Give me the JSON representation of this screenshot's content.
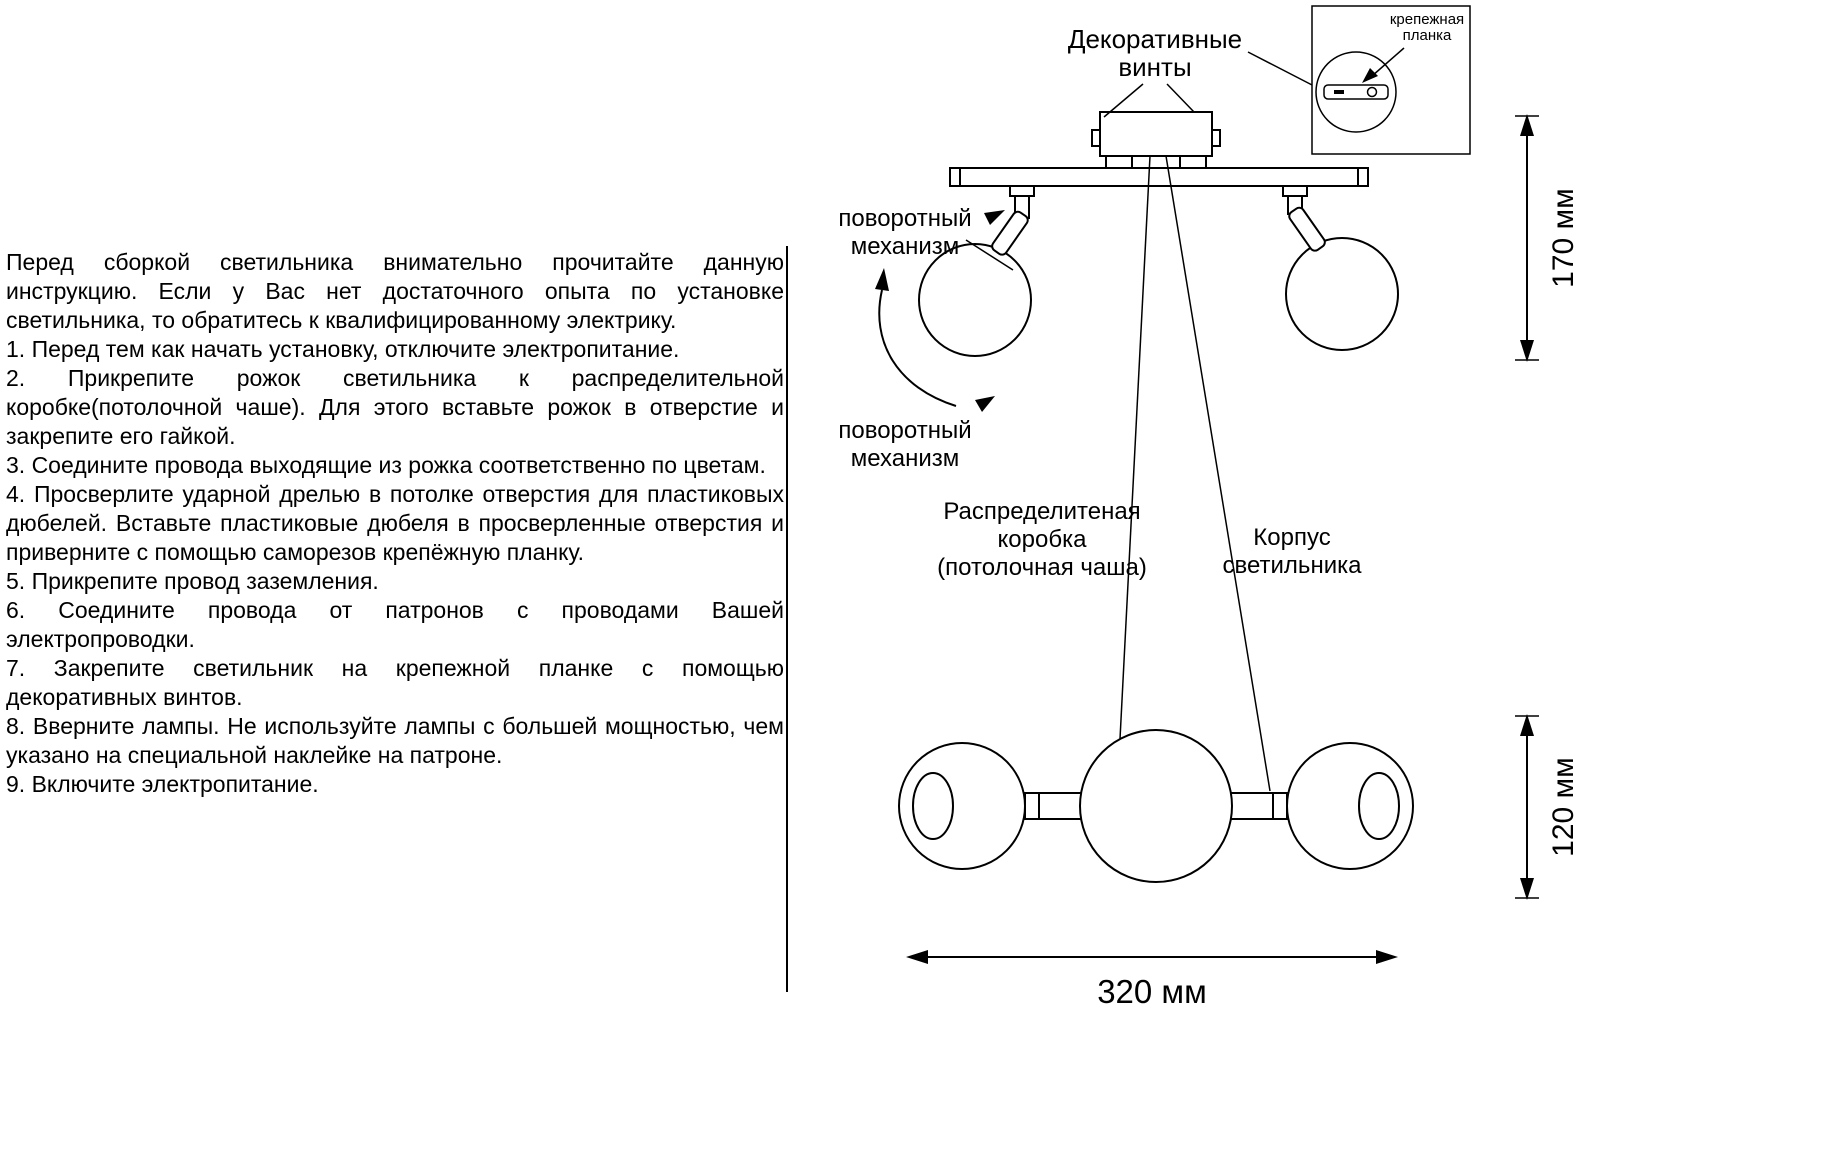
{
  "instructions": {
    "paragraphs": [
      "Перед сборкой светильника внимательно прочитайте данную инструкцию. Если у Вас нет достаточного опыта по установке светильника, то обратитесь к квалифицированному электрику.",
      "1. Перед тем как начать установку, отключите электропитание.",
      "2. Прикрепите рожок светильника к распределительной коробке(потолочной чаше). Для этого вставьте рожок в отверстие и закрепите его гайкой.",
      "3. Соедините провода выходящие из рожка соответственно по цветам.",
      "4. Просверлите ударной дрелью в потолке отверстия для пластиковых дюбелей. Вставьте пластиковые дюбеля в просверленные отверстия и приверните с помощью саморезов крепёжную планку.",
      "5. Прикрепите провод заземления.",
      "6. Соедините провода от патронов с проводами Вашей электропроводки.",
      "7. Закрепите светильник на крепежной планке с помощью декоративных винтов.",
      "8. Вверните лампы. Не используйте лампы с большей мощностью, чем указано на специальной наклейке на патроне.",
      "9. Включите электропитание."
    ]
  },
  "diagram": {
    "labels": {
      "decorative_screws": [
        "Декоративные",
        "винты"
      ],
      "mounting_plate": [
        "крепежная",
        "планка"
      ],
      "rotary_mechanism_top": [
        "поворотный",
        "механизм"
      ],
      "rotary_mechanism_bottom": [
        "поворотный",
        "механизм"
      ],
      "distribution_box": [
        "Распределитеная",
        "коробка",
        "(потолочная чаша)"
      ],
      "fixture_body": [
        "Корпус",
        "светильника"
      ]
    },
    "dimensions": {
      "height_canopy": "170 мм",
      "height_body": "120 мм",
      "width_body": "320 мм"
    },
    "colors": {
      "ink": "#000000",
      "paper": "#ffffff"
    }
  }
}
